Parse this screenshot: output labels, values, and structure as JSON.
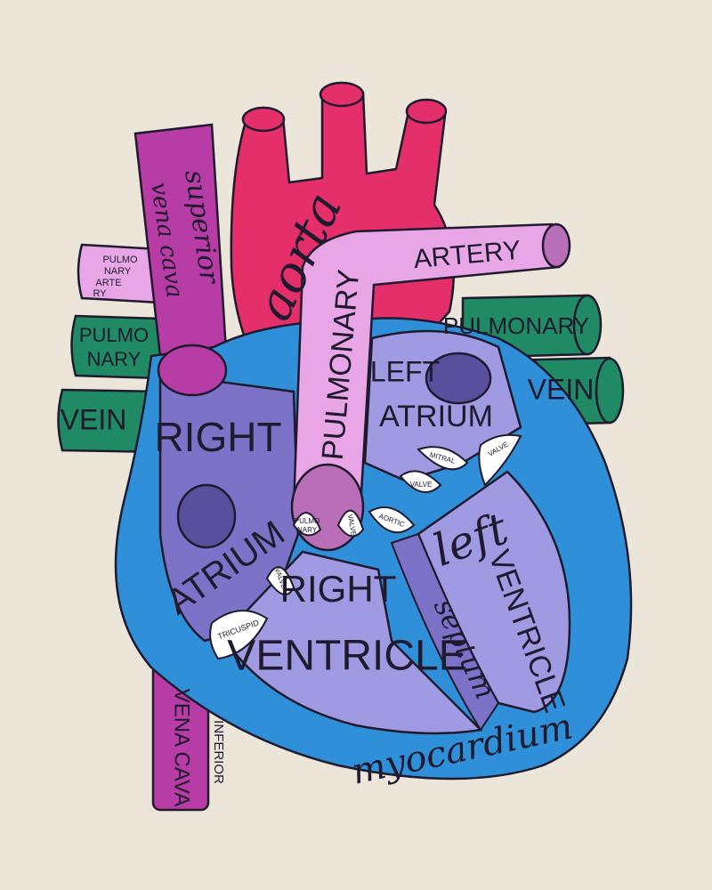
{
  "colors": {
    "background": "#ebe6d9",
    "vena_cava": "#b83ca5",
    "aorta": "#e52f6a",
    "pulmonary_artery": "#e8a6e6",
    "pulmonary_vein": "#1f8a63",
    "right_side": "#7c73c8",
    "left_side": "#9f9ae2",
    "myocardium": "#2f8fd8",
    "outline": "#1f1a2e",
    "valve": "#ffffff"
  },
  "labels": {
    "superior_vena_cava_1": "superior",
    "superior_vena_cava_2": "vena cava",
    "inferior_vena_cava_1": "INFERIOR",
    "inferior_vena_cava_2": "VENA CAVA",
    "aorta": "aorta",
    "pulmonary_artery_left": "PULMONARY",
    "pulmonary_artery_right": "ARTERY",
    "pulmonary_artery_small_1": "PULMO",
    "pulmonary_artery_small_2": "NARY",
    "pulmonary_artery_small_3": "ARTE",
    "pulmonary_artery_small_4": "RY",
    "pulmonary_vein_left_1": "PULMO",
    "pulmonary_vein_left_2": "NARY",
    "pulmonary_vein_left_3": "VEIN",
    "pulmonary_vein_right_1": "PULMONARY",
    "pulmonary_vein_right_2": "VEIN",
    "right_atrium_1": "RIGHT",
    "right_atrium_2": "ATRIUM",
    "left_atrium_1": "LEFT",
    "left_atrium_2": "ATRIUM",
    "right_ventricle_1": "RIGHT",
    "right_ventricle_2": "VENTRICLE",
    "left_ventricle_1": "left",
    "left_ventricle_2": "VENTRICLE",
    "septum": "septum",
    "myocardium": "myocardium",
    "pulmonary_valve_1": "PULMO",
    "pulmonary_valve_2": "NARY",
    "valve_word": "VALVE",
    "aortic_valve": "AORTIC",
    "mitral_valve": "MITRAL",
    "tricuspid_valve": "TRICUSPID"
  }
}
